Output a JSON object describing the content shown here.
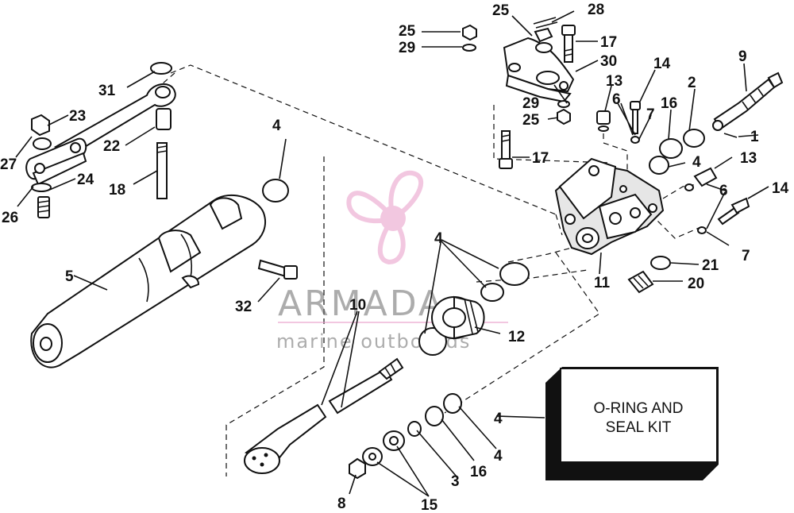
{
  "kit_box": {
    "line1": "O-RING AND",
    "line2": "SEAL KIT"
  },
  "watermark": {
    "brand": "ARMADA",
    "tagline": "marine outboards",
    "color": "#e89ac8"
  },
  "labels": [
    {
      "id": "l1",
      "text": "1"
    },
    {
      "id": "l2",
      "text": "2"
    },
    {
      "id": "l3",
      "text": "3"
    },
    {
      "id": "l4a",
      "text": "4"
    },
    {
      "id": "l4b",
      "text": "4"
    },
    {
      "id": "l4c",
      "text": "4"
    },
    {
      "id": "l4d",
      "text": "4"
    },
    {
      "id": "l4e",
      "text": "4"
    },
    {
      "id": "l5",
      "text": "5"
    },
    {
      "id": "l6a",
      "text": "6"
    },
    {
      "id": "l6b",
      "text": "6"
    },
    {
      "id": "l7a",
      "text": "7"
    },
    {
      "id": "l7b",
      "text": "7"
    },
    {
      "id": "l8",
      "text": "8"
    },
    {
      "id": "l9",
      "text": "9"
    },
    {
      "id": "l10",
      "text": "10"
    },
    {
      "id": "l11",
      "text": "11"
    },
    {
      "id": "l12",
      "text": "12"
    },
    {
      "id": "l13a",
      "text": "13"
    },
    {
      "id": "l13b",
      "text": "13"
    },
    {
      "id": "l14a",
      "text": "14"
    },
    {
      "id": "l14b",
      "text": "14"
    },
    {
      "id": "l15",
      "text": "15"
    },
    {
      "id": "l16a",
      "text": "16"
    },
    {
      "id": "l16b",
      "text": "16"
    },
    {
      "id": "l17a",
      "text": "17"
    },
    {
      "id": "l17b",
      "text": "17"
    },
    {
      "id": "l18",
      "text": "18"
    },
    {
      "id": "l20",
      "text": "20"
    },
    {
      "id": "l21",
      "text": "21"
    },
    {
      "id": "l22",
      "text": "22"
    },
    {
      "id": "l23",
      "text": "23"
    },
    {
      "id": "l24",
      "text": "24"
    },
    {
      "id": "l25a",
      "text": "25"
    },
    {
      "id": "l25b",
      "text": "25"
    },
    {
      "id": "l26",
      "text": "26"
    },
    {
      "id": "l27",
      "text": "27"
    },
    {
      "id": "l28",
      "text": "28"
    },
    {
      "id": "l29a",
      "text": "29"
    },
    {
      "id": "l29b",
      "text": "29"
    },
    {
      "id": "l30",
      "text": "30"
    },
    {
      "id": "l31",
      "text": "31"
    },
    {
      "id": "l32",
      "text": "32"
    }
  ]
}
